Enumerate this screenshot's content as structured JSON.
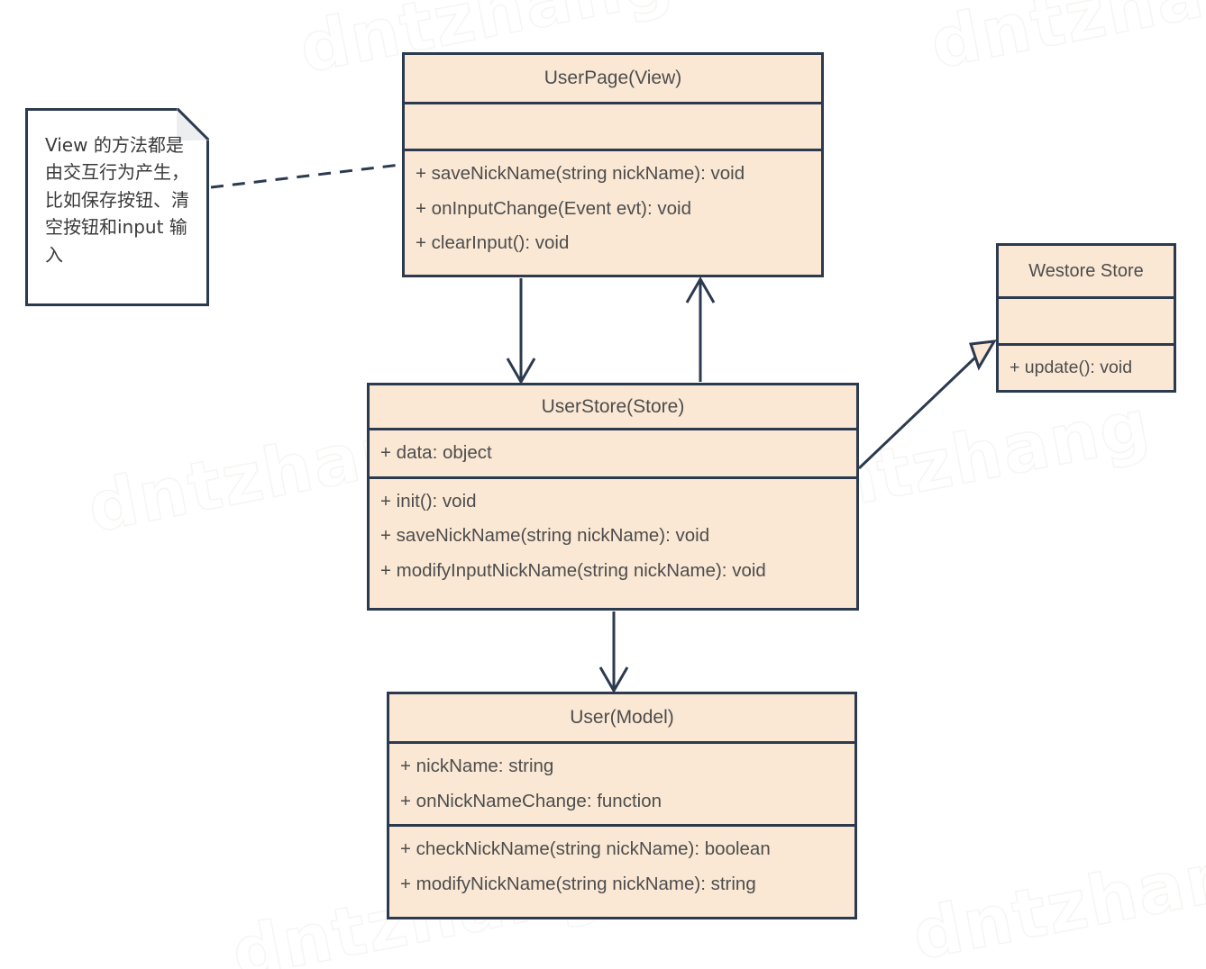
{
  "diagram": {
    "title": "Westore UML class diagram",
    "colors": {
      "box_fill": "#fae8d4",
      "box_border": "#2b3a4f",
      "text": "#4d4d4d",
      "note_fill": "#ffffff",
      "background": "#ffffff"
    },
    "watermark_text": "dntzhang"
  },
  "note": {
    "text": "View 的方法都是由交互行为产生，比如保存按钮、清空按钮和input 输入"
  },
  "classes": {
    "userpage": {
      "name": "UserPage(View)",
      "attributes": [],
      "methods": [
        "+ saveNickName(string nickName): void",
        "+ onInputChange(Event evt): void",
        "+ clearInput(): void"
      ]
    },
    "userstore": {
      "name": "UserStore(Store)",
      "attributes": [
        "+ data: object"
      ],
      "methods": [
        "+ init(): void",
        "+ saveNickName(string nickName): void",
        "+ modifyInputNickName(string nickName): void"
      ]
    },
    "usermodel": {
      "name": "User(Model)",
      "attributes": [
        "+ nickName: string",
        "+ onNickNameChange: function"
      ],
      "methods": [
        "+ checkNickName(string nickName): boolean",
        "+ modifyNickName(string nickName): string"
      ]
    },
    "westore": {
      "name": "Westore Store",
      "attributes": [],
      "methods": [
        "+ update(): void"
      ]
    }
  },
  "edges": [
    {
      "id": "note-to-userpage",
      "from": "note",
      "to": "userpage",
      "style": "dashed",
      "arrow": "none"
    },
    {
      "id": "userpage-to-userstore",
      "from": "userpage",
      "to": "userstore",
      "style": "solid",
      "arrow": "open"
    },
    {
      "id": "userstore-to-userpage",
      "from": "userstore",
      "to": "userpage",
      "style": "solid",
      "arrow": "open"
    },
    {
      "id": "userstore-to-usermodel",
      "from": "userstore",
      "to": "usermodel",
      "style": "solid",
      "arrow": "open"
    },
    {
      "id": "userstore-to-westore",
      "from": "userstore",
      "to": "westore",
      "style": "solid",
      "arrow": "hollow-triangle"
    }
  ]
}
